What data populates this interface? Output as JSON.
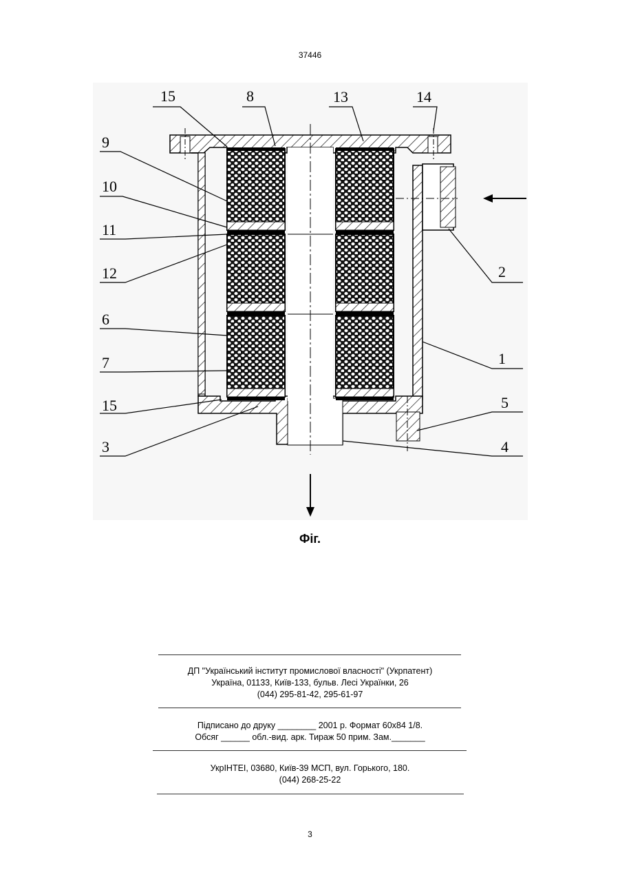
{
  "header": {
    "page_code": "37446"
  },
  "figure": {
    "labels": {
      "l15a": "15",
      "l8": "8",
      "l13": "13",
      "l14": "14",
      "l9": "9",
      "l10": "10",
      "l11": "11",
      "l12": "12",
      "l6": "6",
      "l7": "7",
      "l15b": "15",
      "l3": "3",
      "l2": "2",
      "l1": "1",
      "l5": "5",
      "l4": "4"
    },
    "caption": "Фіг."
  },
  "imprint": {
    "org_line1": "ДП \"Український інститут промислової власності\" (Укрпатент)",
    "org_line2": "Україна, 01133, Київ-133, бульв. Лесі Українки, 26",
    "org_line3": "(044) 295-81-42, 295-61-97",
    "print_line1": "Підписано до друку ________ 2001 р.    Формат 60х84 1/8.",
    "print_line2": "Обсяг ______ обл.-вид. арк.   Тираж 50 прим.    Зам._______",
    "press_line1": "УкрІНТЕІ, 03680, Київ-39 МСП, вул. Горького, 180.",
    "press_line2": "(044) 268-25-22"
  },
  "footer": {
    "page_number": "3"
  }
}
